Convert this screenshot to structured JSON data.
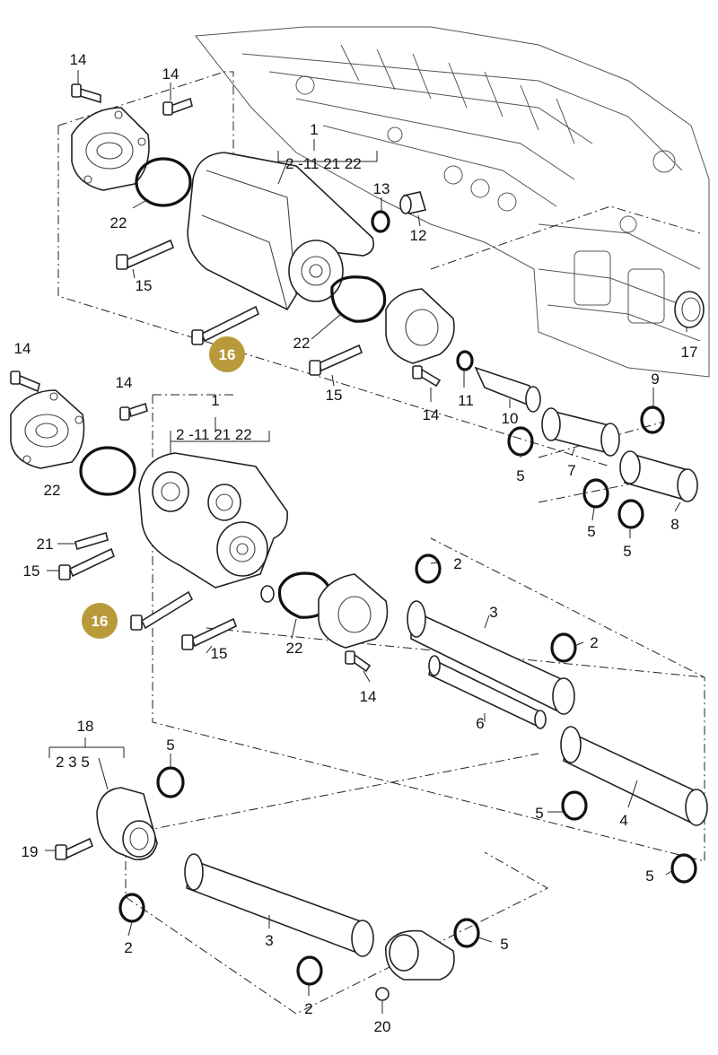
{
  "labels": {
    "n14": "14",
    "n15": "15",
    "n13": "13",
    "n12": "12",
    "n22": "22",
    "n17": "17",
    "n9": "9",
    "n11": "11",
    "n10": "10",
    "n7": "7",
    "n8": "8",
    "n5": "5",
    "n1": "1",
    "n2": "2",
    "n3": "3",
    "n4": "4",
    "n6": "6",
    "n18": "18",
    "n19": "19",
    "n20": "20",
    "n21": "21",
    "set_2_11_21_22": "2 -11  21  22",
    "set_2_3_5": "2  3  5",
    "highlight": "16"
  },
  "colors": {
    "highlight_badge": "#b99a3a",
    "line": "#222222"
  }
}
